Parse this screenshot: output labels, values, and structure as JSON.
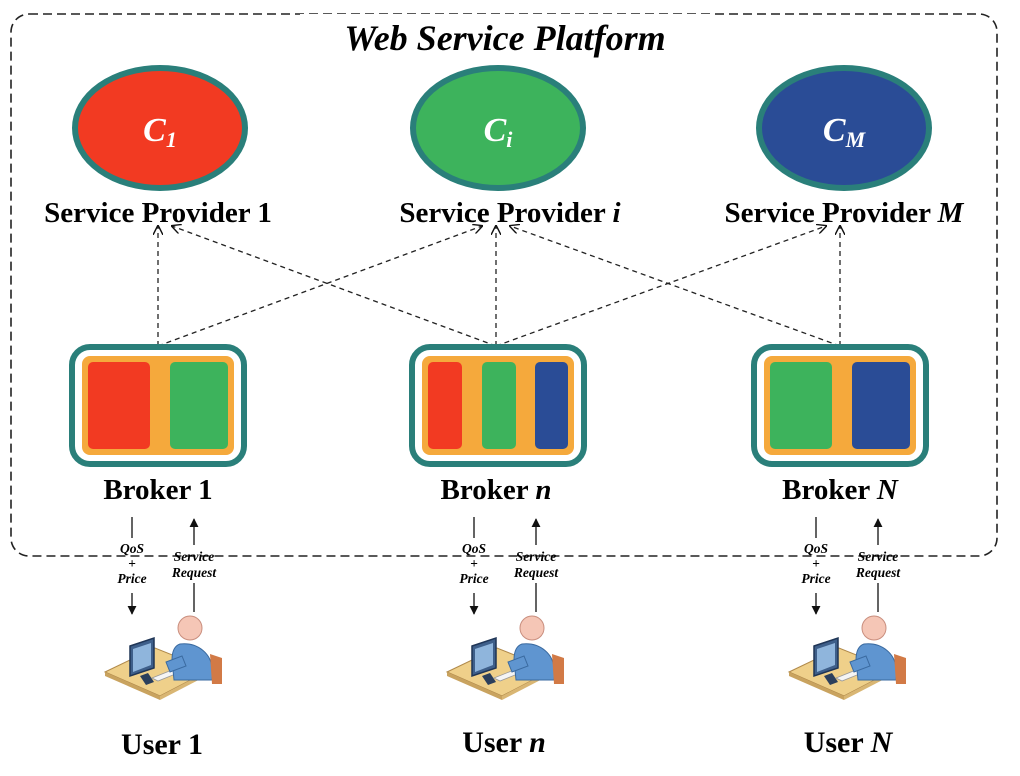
{
  "platform": {
    "title": "Web Service Platform"
  },
  "providers": [
    {
      "capacity_symbol": "C",
      "capacity_subscript": "1",
      "label": "Service Provider",
      "label_var": "1",
      "var_italic": false,
      "color": "#f23a22"
    },
    {
      "capacity_symbol": "C",
      "capacity_subscript": "i",
      "label": "Service Provider",
      "label_var": "i",
      "var_italic": true,
      "color": "#3db35c"
    },
    {
      "capacity_symbol": "C",
      "capacity_subscript": "M",
      "label": "Service Provider",
      "label_var": "M",
      "var_italic": true,
      "color": "#2a4c96"
    }
  ],
  "brokers": [
    {
      "label": "Broker",
      "label_var": "1",
      "var_italic": false,
      "segment_colors": [
        "#f23a22",
        "#3db35c"
      ]
    },
    {
      "label": "Broker",
      "label_var": "n",
      "var_italic": true,
      "segment_colors": [
        "#f23a22",
        "#3db35c",
        "#2a4c96"
      ]
    },
    {
      "label": "Broker",
      "label_var": "N",
      "var_italic": true,
      "segment_colors": [
        "#3db35c",
        "#2a4c96"
      ]
    }
  ],
  "users": [
    {
      "label": "User",
      "label_var": "1",
      "var_italic": false
    },
    {
      "label": "User",
      "label_var": "n",
      "var_italic": true
    },
    {
      "label": "User",
      "label_var": "N",
      "var_italic": true
    }
  ],
  "exchange": {
    "response_lines": [
      "QoS",
      "+",
      "Price"
    ],
    "request_lines": [
      "Service",
      "Request"
    ]
  },
  "colors": {
    "ellipse_border": "#2a7f7a",
    "broker_border": "#2a7f7a",
    "broker_fill": "#f5a93c",
    "user_icon": "user-at-computer-icon"
  }
}
